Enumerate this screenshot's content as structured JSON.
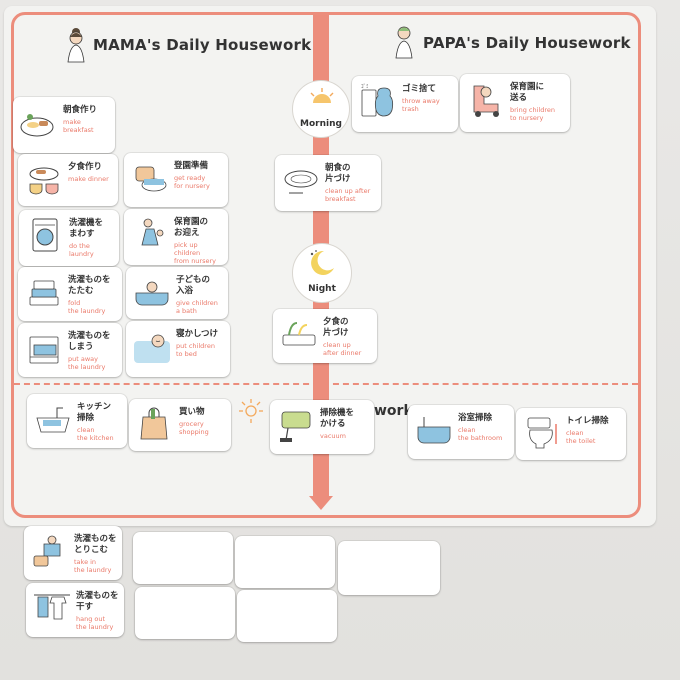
{
  "mama": {
    "title": "MAMA's Daily Housework"
  },
  "papa": {
    "title": "PAPA's Daily Housework"
  },
  "badges": {
    "morning": "Morning",
    "night": "Night"
  },
  "partial_heading": "work",
  "colors": {
    "accent": "#ec8d7c",
    "english_text": "#ea7a6a",
    "card": "#ffffff"
  },
  "cards": {
    "make_breakfast": {
      "jp": "朝食作り",
      "en": "make\nbreakfast",
      "icon": "breakfast-icon"
    },
    "make_dinner": {
      "jp": "夕食作り",
      "en": "make dinner",
      "icon": "dinner-icon"
    },
    "get_ready": {
      "jp": "登園準備",
      "en": "get ready\nfor nursery",
      "icon": "nursery-bag-icon"
    },
    "do_laundry": {
      "jp": "洗濯機を\nまわす",
      "en": "do the laundry",
      "icon": "washing-machine-icon"
    },
    "pick_up_children": {
      "jp": "保育園の\nお迎え",
      "en": "pick up children\nfrom nursery",
      "icon": "pick-up-icon"
    },
    "fold_laundry": {
      "jp": "洗濯ものを\nたたむ",
      "en": "fold\nthe laundry",
      "icon": "folded-clothes-icon"
    },
    "give_bath": {
      "jp": "子どもの\n入浴",
      "en": "give children\na bath",
      "icon": "bath-icon"
    },
    "put_away_laundry": {
      "jp": "洗濯ものを\nしまう",
      "en": "put away\nthe laundry",
      "icon": "drawer-icon"
    },
    "put_to_bed": {
      "jp": "寝かしつけ",
      "en": "put children\nto bed",
      "icon": "sleeping-child-icon"
    },
    "throw_trash": {
      "jp": "ゴミ捨て",
      "en": "throw away\ntrash",
      "icon": "trash-icon"
    },
    "bring_to_nursery": {
      "jp": "保育園に\n送る",
      "en": "bring children\nto nursery",
      "icon": "child-seat-icon"
    },
    "clean_breakfast": {
      "jp": "朝食の\n片づけ",
      "en": "clean up after\nbreakfast",
      "icon": "dish-icon"
    },
    "clean_dinner": {
      "jp": "夕食の\n片づけ",
      "en": "clean up\nafter dinner",
      "icon": "dish-rack-icon"
    },
    "clean_kitchen": {
      "jp": "キッチン\n掃除",
      "en": "clean\nthe kitchen",
      "icon": "kitchen-sink-icon"
    },
    "grocery": {
      "jp": "買い物",
      "en": "grocery\nshopping",
      "icon": "shopping-bag-icon"
    },
    "vacuum": {
      "jp": "掃除機を\nかける",
      "en": "vacuum",
      "icon": "vacuum-icon"
    },
    "clean_bathroom": {
      "jp": "浴室掃除",
      "en": "clean\nthe bathroom",
      "icon": "bathtub-icon"
    },
    "clean_toilet": {
      "jp": "トイレ掃除",
      "en": "clean\nthe toilet",
      "icon": "toilet-icon"
    },
    "take_in_laundry": {
      "jp": "洗濯ものを\nとりこむ",
      "en": "take in\nthe laundry",
      "icon": "laundry-basket-icon"
    },
    "hang_out_laundry": {
      "jp": "洗濯ものを\n干す",
      "en": "hang out\nthe laundry",
      "icon": "hanging-clothes-icon"
    }
  },
  "trash_bag_text": "ｺﾞﾐ"
}
